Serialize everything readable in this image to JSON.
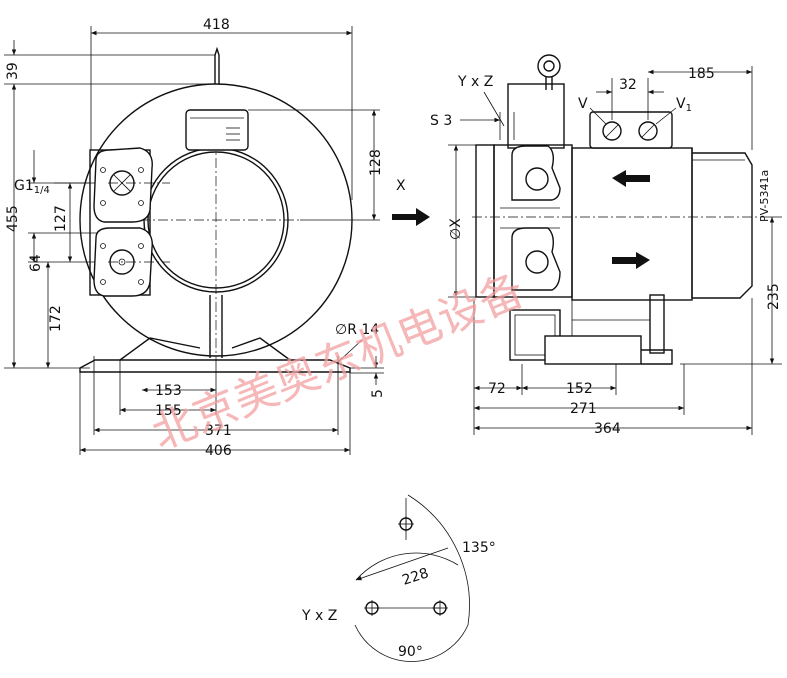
{
  "drawing_code": "PV-5341a",
  "view_label": "X",
  "watermark": "北京美奥东机电设备",
  "dimensions": {
    "width_top": "418",
    "height_top": "39",
    "height_total": "455",
    "port_spacing": "127",
    "port_offset": "64",
    "base_height": "172",
    "flange_height": "128",
    "foot_153": "153",
    "foot_155": "155",
    "foot_371": "371",
    "foot_406": "406",
    "foot_thickness": "5",
    "hole": "∅R 14",
    "side_32": "32",
    "side_185": "185",
    "side_235": "235",
    "side_72": "72",
    "side_152": "152",
    "side_271": "271",
    "side_364": "364",
    "radius_228": "228"
  },
  "labels": {
    "thread": "G1",
    "thread_sub": "1/4",
    "yxz": "Y x Z",
    "s3": "S 3",
    "ox": "∅X",
    "v": "V",
    "v1": "V",
    "v1_sub": "1",
    "yxz_bottom": "Y x Z",
    "angle_135": "135°",
    "angle_90": "90°"
  }
}
